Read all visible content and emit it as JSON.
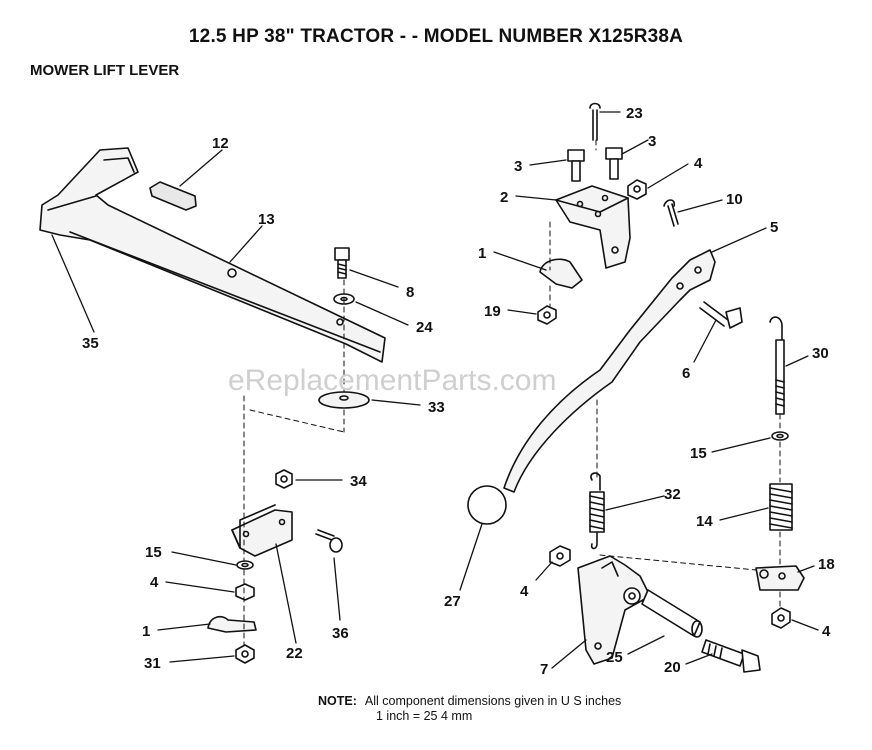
{
  "header": {
    "title": "12.5 HP 38\" TRACTOR - - MODEL NUMBER X125R38A",
    "subtitle": "MOWER LIFT LEVER"
  },
  "watermark": "eReplacementParts.com",
  "note": {
    "label": "NOTE:",
    "line1": "All component dimensions given in U S inches",
    "line2": "1 inch = 25 4 mm"
  },
  "callouts": {
    "c12": "12",
    "c13": "13",
    "c35": "35",
    "c8": "8",
    "c24": "24",
    "c33": "33",
    "c34": "34",
    "c15a": "15",
    "c4a": "4",
    "c1a": "1",
    "c31": "31",
    "c22": "22",
    "c36": "36",
    "c23": "23",
    "c3a": "3",
    "c3b": "3",
    "c4b": "4",
    "c2": "2",
    "c10": "10",
    "c5": "5",
    "c1b": "1",
    "c19": "19",
    "c6": "6",
    "c30": "30",
    "c15b": "15",
    "c32": "32",
    "c14": "14",
    "c18": "18",
    "c27": "27",
    "c4c": "4",
    "c4d": "4",
    "c7": "7",
    "c25": "25",
    "c20": "20"
  },
  "colors": {
    "ink": "#111111",
    "watermark": "#cfcfcf",
    "part_fill": "#f4f4f4"
  }
}
